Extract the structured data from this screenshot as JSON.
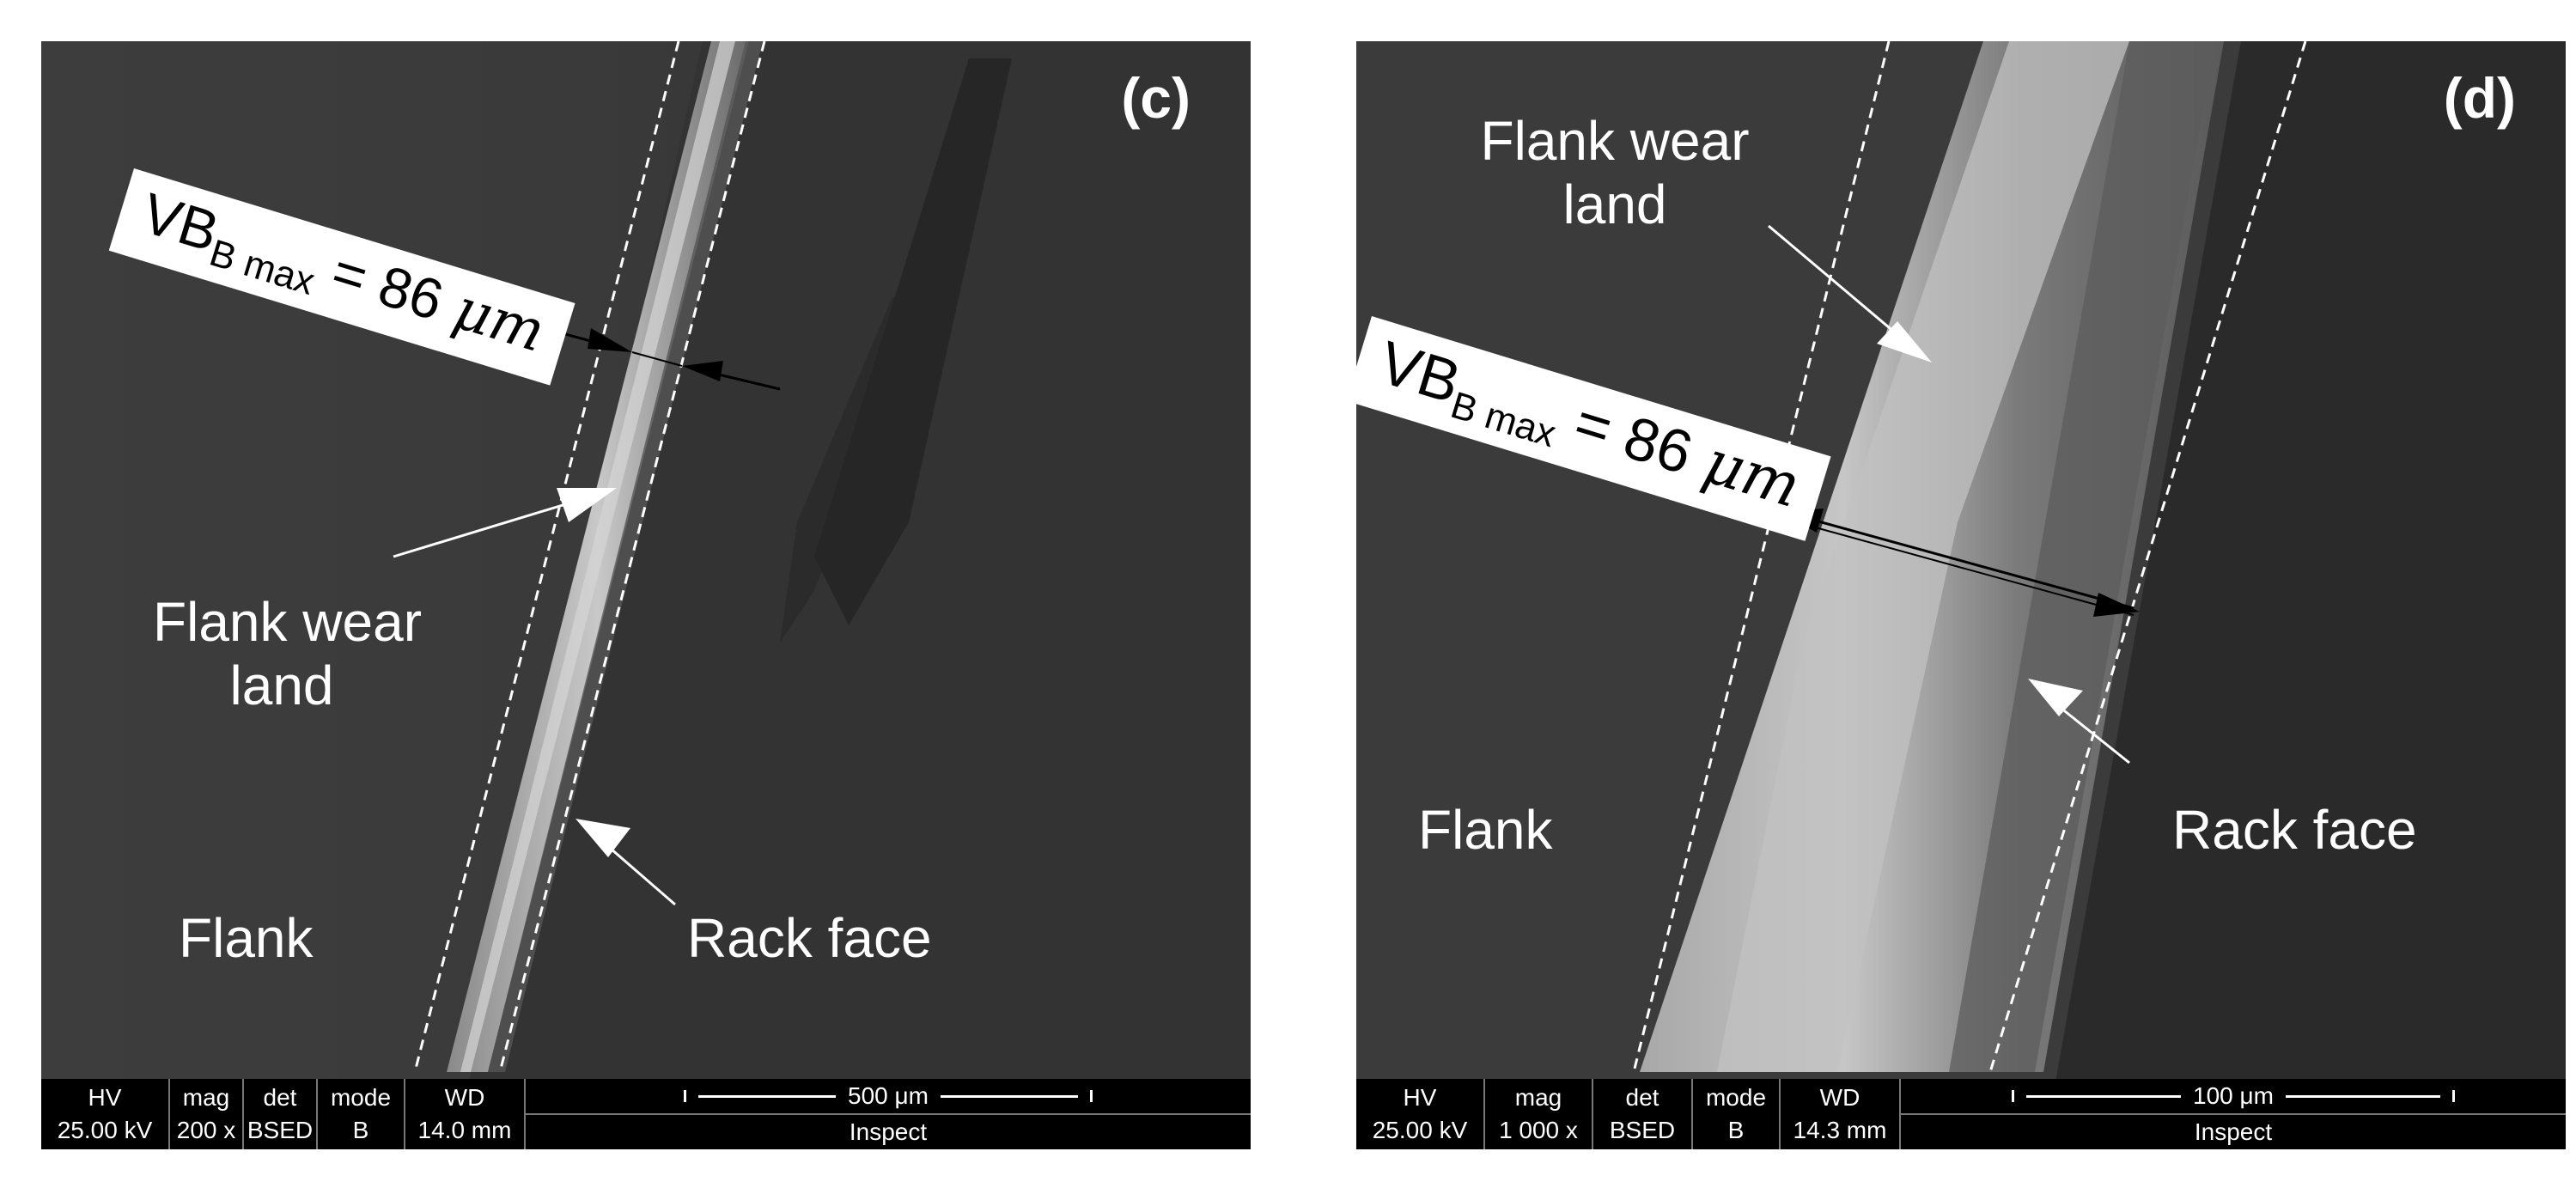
{
  "panels": [
    {
      "id": "c",
      "label": "c",
      "vb_text": "VB",
      "vb_sub": "B max",
      "vb_value": "= 86 ",
      "vb_unit": "μm",
      "labels": {
        "flank_wear_land_1": "Flank wear",
        "flank_wear_land_2": "land",
        "flank": "Flank",
        "rack_face": "Rack face"
      },
      "infobar": {
        "hv_h": "HV",
        "hv_v": "25.00 kV",
        "mag_h": "mag",
        "mag_v": "200 x",
        "det_h": "det",
        "det_v": "BSED",
        "mode_h": "mode",
        "mode_v": "B",
        "wd_h": "WD",
        "wd_v": "14.0 mm",
        "scale": "500 μm",
        "inspect": "Inspect"
      }
    },
    {
      "id": "d",
      "label": "d",
      "vb_text": "VB",
      "vb_sub": "B max",
      "vb_value": "= 86 ",
      "vb_unit": "μm",
      "labels": {
        "flank_wear_land_1": "Flank wear",
        "flank_wear_land_2": "land",
        "flank": "Flank",
        "rack_face": "Rack face"
      },
      "infobar": {
        "hv_h": "HV",
        "hv_v": "25.00 kV",
        "mag_h": "mag",
        "mag_v": "1 000 x",
        "det_h": "det",
        "det_v": "BSED",
        "mode_h": "mode",
        "mode_v": "B",
        "wd_h": "WD",
        "wd_v": "14.3 mm",
        "scale": "100 μm",
        "inspect": "Inspect"
      }
    }
  ]
}
